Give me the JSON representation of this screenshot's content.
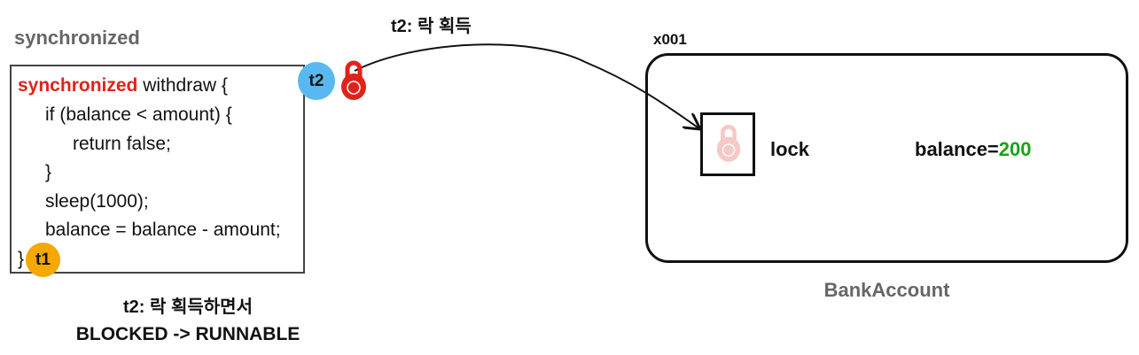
{
  "title": "synchronized",
  "arrow_label": "t2: 락 획득",
  "code": {
    "keyword": "synchronized",
    "line0_rest": " withdraw {",
    "lines": [
      "if (balance < amount) {",
      "return false;",
      "}",
      "sleep(1000);",
      "balance = balance - amount;",
      "}"
    ]
  },
  "threads": {
    "t2": "t2",
    "t1": "t1"
  },
  "caption": {
    "line1": "t2: 락 획득하면서",
    "line2": "BLOCKED -> RUNNABLE"
  },
  "object": {
    "address": "x001",
    "lock_label": "lock",
    "balance_label": "balance=",
    "balance_value": "200",
    "class_name": "BankAccount"
  },
  "colors": {
    "keyword": "#e0231a",
    "t2": "#5ab8f0",
    "t1": "#f5a800",
    "lock": "#e0231a",
    "lock_faded": "#f6c9c6",
    "balance": "#1aa31a",
    "gray": "#666666"
  }
}
